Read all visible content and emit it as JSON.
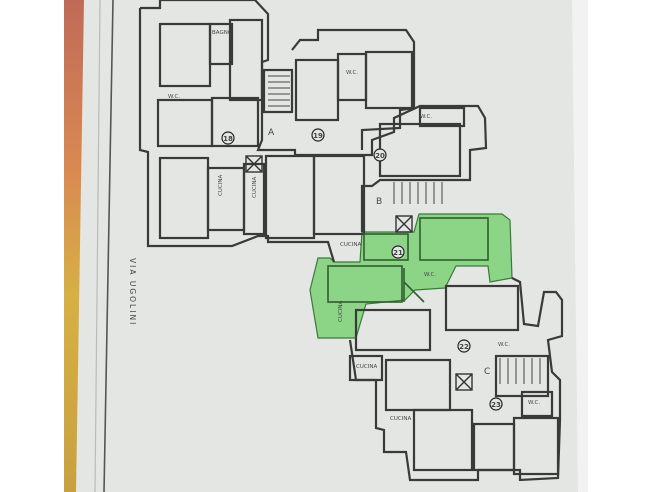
{
  "plan": {
    "street_label": "VIA UGOLINI",
    "stairs": [
      "A",
      "B",
      "C"
    ],
    "unit_numbers": [
      "18",
      "19",
      "20",
      "21",
      "22",
      "23"
    ],
    "room_labels": {
      "bagno_1": "BAGNO",
      "wc_1": "W.C.",
      "cucina_1": "CUCINA",
      "cucina_2": "CUCINA",
      "wc_2": "W.C.",
      "wc_3": "W.C.",
      "cucina_3": "CUCINA",
      "wc_21": "W.C.",
      "cucina_21": "CUCINA",
      "cucina_4": "CUCINA",
      "wc_22": "W.C.",
      "cucina_5": "CUCINA",
      "wc_23": "W.C."
    },
    "highlight_color": "#7fd37a",
    "line_color": "#3a3a3a",
    "paper_color": "#e6e8e6"
  }
}
